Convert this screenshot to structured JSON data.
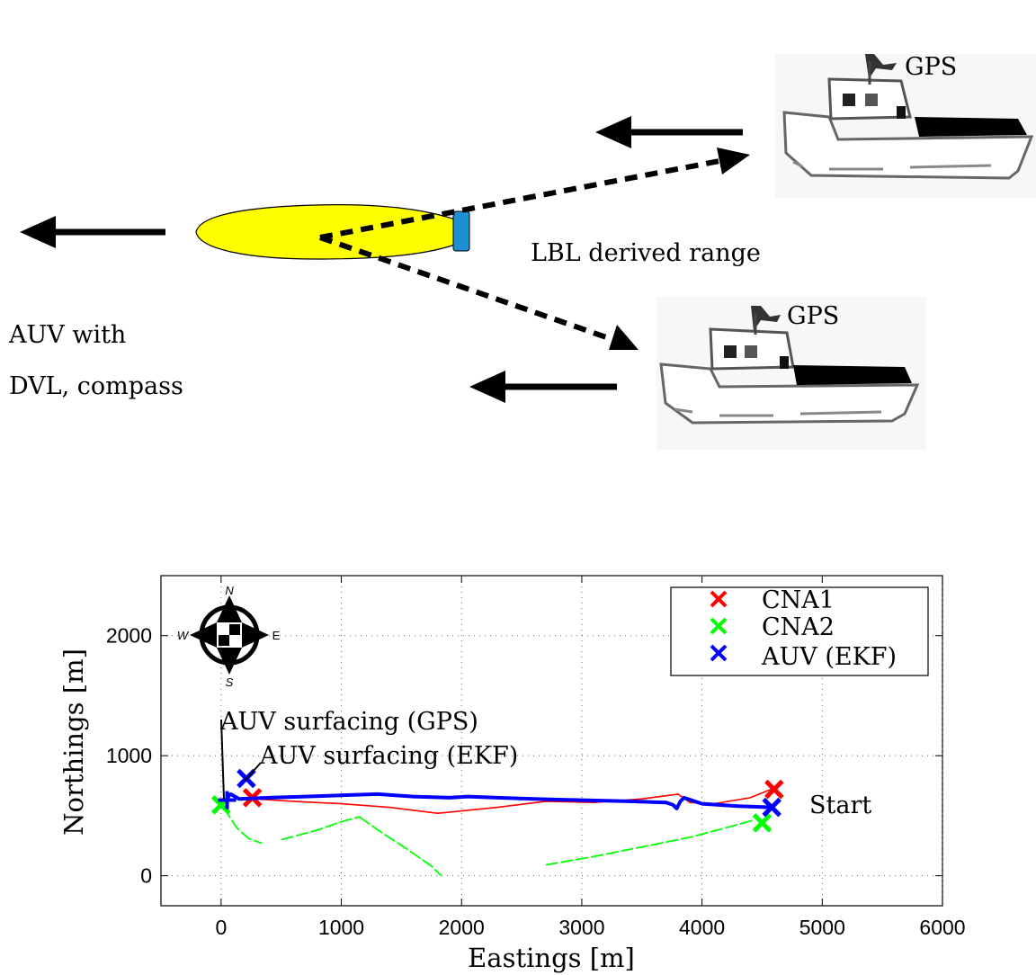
{
  "diagram": {
    "gps_top": "GPS",
    "gps_bottom": "GPS",
    "range_label": "LBL derived range",
    "auv_line1": "AUV with",
    "auv_line2": "DVL, compass"
  },
  "compass": {
    "north": "N",
    "south": "S",
    "east": "E",
    "west": "W"
  },
  "colors": {
    "cna1": "#ff0000",
    "cna2": "#00ff00",
    "auv": "#0000ff",
    "hull": "#ffff00",
    "transducer": "#1f8fd4"
  },
  "chart_data": {
    "type": "line",
    "xlabel": "Eastings [m]",
    "ylabel": "Northings [m]",
    "xlim": [
      -500,
      6000
    ],
    "ylim": [
      -250,
      2500
    ],
    "xticks": [
      0,
      1000,
      2000,
      3000,
      4000,
      5000,
      6000
    ],
    "yticks": [
      0,
      1000,
      2000
    ],
    "grid": true,
    "legend_position": "top-right",
    "legend": [
      "CNA1",
      "CNA2",
      "AUV (EKF)"
    ],
    "series": [
      {
        "name": "CNA1",
        "color": "#ff0000",
        "x": [
          270,
          600,
          1000,
          1400,
          1800,
          2000,
          2300,
          2700,
          3100,
          3500,
          3800,
          3900,
          4100,
          4400,
          4600
        ],
        "y": [
          640,
          620,
          600,
          570,
          520,
          540,
          570,
          620,
          610,
          640,
          680,
          610,
          600,
          650,
          730
        ],
        "end_marker": {
          "x": 4600,
          "y": 720
        },
        "start_marker": {
          "x": 260,
          "y": 650
        }
      },
      {
        "name": "CNA2",
        "color": "#00ff00",
        "segments": [
          {
            "x": [
              20,
              130,
              230,
              340
            ],
            "y": [
              570,
              400,
              310,
              270
            ]
          },
          {
            "x": [
              500,
              800,
              1000,
              1150
            ],
            "y": [
              300,
              380,
              450,
              490
            ]
          },
          {
            "x": [
              1150,
              1350,
              1550,
              1750,
              1830
            ],
            "y": [
              490,
              350,
              220,
              80,
              0
            ]
          },
          {
            "x": [
              2700,
              3100,
              3500,
              3900,
              4200,
              4420
            ],
            "y": [
              90,
              160,
              240,
              320,
              400,
              460
            ]
          }
        ],
        "end_marker": {
          "x": 4500,
          "y": 440
        },
        "start_marker": {
          "x": 0,
          "y": 590
        }
      },
      {
        "name": "AUV (EKF)",
        "color": "#0000ff",
        "x": [
          4580,
          4300,
          4000,
          3850,
          3820,
          3790,
          3760,
          3700,
          3400,
          3000,
          2600,
          2300,
          2050,
          1900,
          1600,
          1300,
          1000,
          700,
          400,
          150,
          80,
          50
        ],
        "y": [
          570,
          580,
          600,
          650,
          620,
          560,
          590,
          610,
          620,
          630,
          640,
          650,
          660,
          650,
          660,
          680,
          670,
          660,
          650,
          640,
          680,
          650
        ],
        "end_marker": {
          "x": 4580,
          "y": 570
        },
        "start_marker": {
          "x": 210,
          "y": 810
        }
      }
    ],
    "gps_surfacing": {
      "x": 50,
      "y": 630
    },
    "annotations": [
      {
        "text": "AUV surfacing (GPS)",
        "x": 0,
        "y": 1250
      },
      {
        "text": "AUV surfacing (EKF)",
        "x": 350,
        "y": 1000
      },
      {
        "text": "Start",
        "x": 4900,
        "y": 600
      }
    ]
  }
}
